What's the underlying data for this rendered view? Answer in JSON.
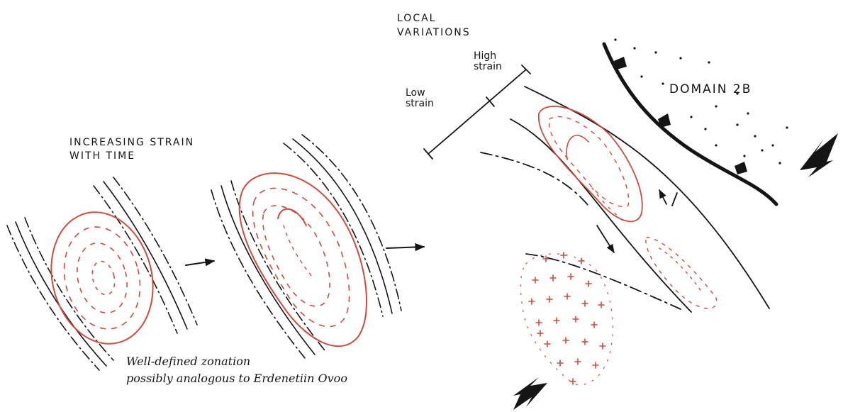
{
  "labels": {
    "local_variations": "Local variations",
    "high_strain": "High strain",
    "low_strain": "Low strain",
    "domain": "Domain 2B",
    "increasing_strain": "Increasing strain with time",
    "zonation_line1": "Well-defined zonation",
    "zonation_line2": "possibly analogous to Erdenetiin Ovoo"
  },
  "colors": {
    "ink": "#151515",
    "intrusion": "#d24a3c"
  }
}
